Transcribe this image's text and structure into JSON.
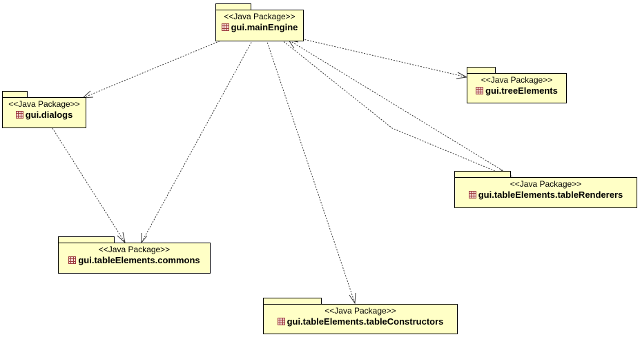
{
  "stereotype": "<<Java Package>>",
  "packages": [
    {
      "id": "mainEngine",
      "name": "gui.mainEngine"
    },
    {
      "id": "treeElements",
      "name": "gui.treeElements"
    },
    {
      "id": "dialogs",
      "name": "gui.dialogs"
    },
    {
      "id": "tableRenderers",
      "name": "gui.tableElements.tableRenderers"
    },
    {
      "id": "commons",
      "name": "gui.tableElements.commons"
    },
    {
      "id": "tableConstructors",
      "name": "gui.tableElements.tableConstructors"
    }
  ],
  "dependencies": [
    {
      "from": "mainEngine",
      "to": "dialogs"
    },
    {
      "from": "mainEngine",
      "to": "treeElements"
    },
    {
      "from": "mainEngine",
      "to": "commons"
    },
    {
      "from": "mainEngine",
      "to": "tableConstructors"
    },
    {
      "from": "mainEngine",
      "to": "tableRenderers"
    },
    {
      "from": "tableRenderers",
      "to": "mainEngine"
    },
    {
      "from": "dialogs",
      "to": "commons"
    }
  ],
  "colors": {
    "package_fill": "#ffffc6",
    "package_border": "#000000",
    "icon_color": "#9c3a3a",
    "edge_color": "#333333"
  },
  "icon": "package-icon"
}
